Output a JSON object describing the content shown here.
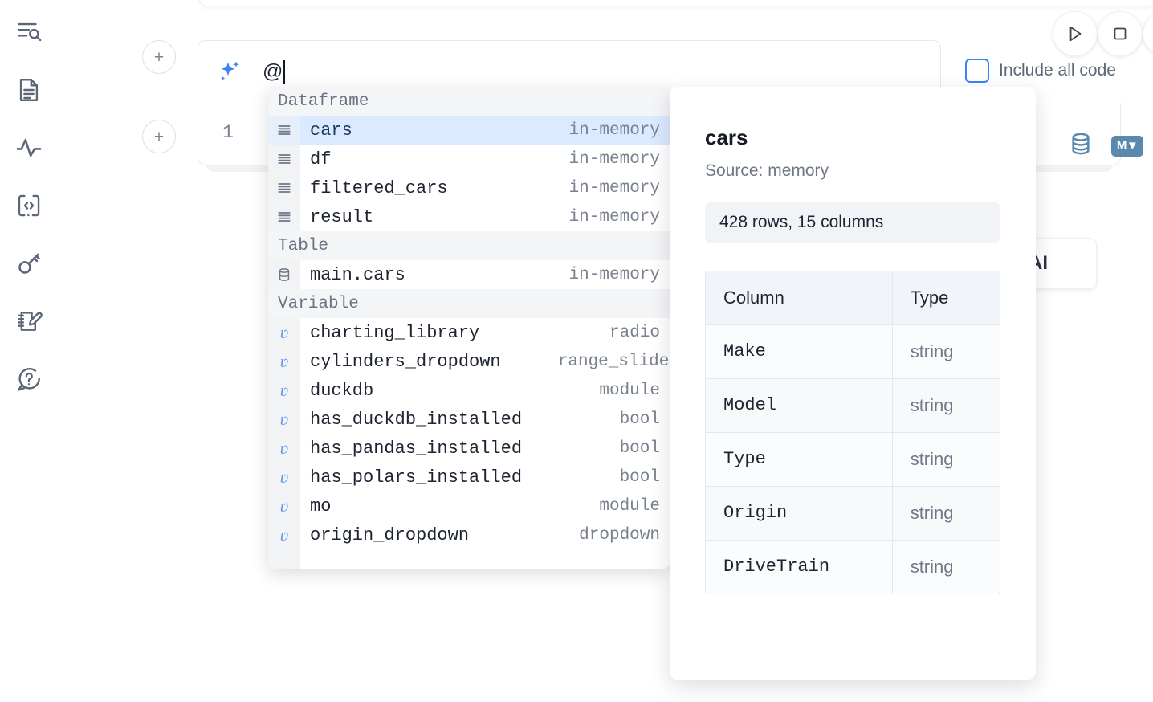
{
  "sidebar": {
    "items": [
      {
        "name": "explore-outline-icon",
        "label": "Outline"
      },
      {
        "name": "file-icon",
        "label": "File explorer"
      },
      {
        "name": "activity-icon",
        "label": "Activity"
      },
      {
        "name": "code-snippet-icon",
        "label": "Snippets"
      },
      {
        "name": "key-icon",
        "label": "Secrets"
      },
      {
        "name": "scratchpad-icon",
        "label": "Scratchpad"
      },
      {
        "name": "help-chat-icon",
        "label": "Help"
      }
    ]
  },
  "toolbar": {
    "run_label": "Run",
    "stop_label": "Stop",
    "more_label": "More"
  },
  "ai_prompt": {
    "value": "@",
    "placeholder": "",
    "add_cell_label": "+",
    "include_all_code_label": "Include all code",
    "include_all_code_checked": false,
    "accent_color": "#3b82f6"
  },
  "cell": {
    "line_number": "1",
    "database_icon_label": "Data sources",
    "markdown_badge_label": "M",
    "ai_chip_label": "AI"
  },
  "autocomplete": {
    "sections": [
      {
        "title": "Dataframe",
        "items": [
          {
            "icon": "dataframe-icon",
            "name": "cars",
            "kind": "in-memory",
            "selected": true
          },
          {
            "icon": "dataframe-icon",
            "name": "df",
            "kind": "in-memory",
            "selected": false
          },
          {
            "icon": "dataframe-icon",
            "name": "filtered_cars",
            "kind": "in-memory",
            "selected": false
          },
          {
            "icon": "dataframe-icon",
            "name": "result",
            "kind": "in-memory",
            "selected": false
          }
        ]
      },
      {
        "title": "Table",
        "items": [
          {
            "icon": "database-icon",
            "name": "main.cars",
            "kind": "in-memory",
            "selected": false
          }
        ]
      },
      {
        "title": "Variable",
        "items": [
          {
            "icon": "variable-icon",
            "name": "charting_library",
            "kind": "radio",
            "selected": false
          },
          {
            "icon": "variable-icon",
            "name": "cylinders_dropdown",
            "kind": "range_slider",
            "selected": false
          },
          {
            "icon": "variable-icon",
            "name": "duckdb",
            "kind": "module",
            "selected": false
          },
          {
            "icon": "variable-icon",
            "name": "has_duckdb_installed",
            "kind": "bool",
            "selected": false
          },
          {
            "icon": "variable-icon",
            "name": "has_pandas_installed",
            "kind": "bool",
            "selected": false
          },
          {
            "icon": "variable-icon",
            "name": "has_polars_installed",
            "kind": "bool",
            "selected": false
          },
          {
            "icon": "variable-icon",
            "name": "mo",
            "kind": "module",
            "selected": false
          },
          {
            "icon": "variable-icon",
            "name": "origin_dropdown",
            "kind": "dropdown",
            "selected": false
          }
        ]
      }
    ],
    "selected_highlight_color": "#dbeafe"
  },
  "detail": {
    "title": "cars",
    "source": "Source: memory",
    "shape": "428 rows, 15 columns",
    "schema": {
      "headers": [
        "Column",
        "Type"
      ],
      "rows": [
        {
          "column": "Make",
          "type": "string"
        },
        {
          "column": "Model",
          "type": "string"
        },
        {
          "column": "Type",
          "type": "string"
        },
        {
          "column": "Origin",
          "type": "string"
        },
        {
          "column": "DriveTrain",
          "type": "string"
        }
      ]
    }
  }
}
